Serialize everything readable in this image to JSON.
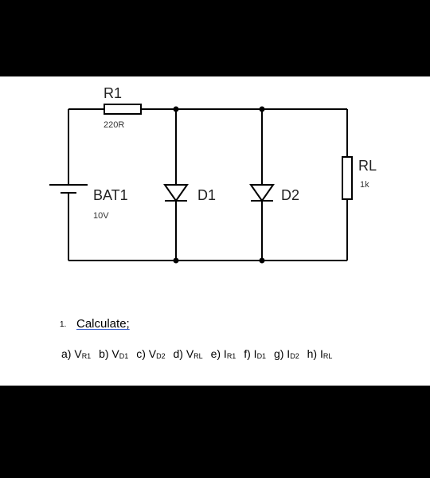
{
  "circuit": {
    "resistor_r1": {
      "name": "R1",
      "value": "220R"
    },
    "resistor_rl": {
      "name": "RL",
      "value": "1k"
    },
    "battery": {
      "name": "BAT1",
      "value": "10V"
    },
    "diode_1": {
      "name": "D1"
    },
    "diode_2": {
      "name": "D2"
    }
  },
  "question": {
    "number": "1.",
    "title": "Calculate;",
    "items": [
      {
        "prefix": "a) V",
        "sub": "R1"
      },
      {
        "prefix": "b) V",
        "sub": "D1"
      },
      {
        "prefix": "c) V",
        "sub": "D2"
      },
      {
        "prefix": "d) V",
        "sub": "RL"
      },
      {
        "prefix": "e) I",
        "sub": "R1"
      },
      {
        "prefix": "f) I",
        "sub": "D1"
      },
      {
        "prefix": "g) I",
        "sub": "D2"
      },
      {
        "prefix": "h) I",
        "sub": "RL"
      }
    ]
  }
}
